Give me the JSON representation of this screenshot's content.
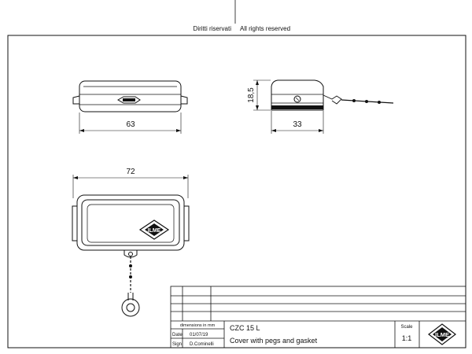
{
  "header": {
    "left_text": "Diritti riservati",
    "right_text": "All rights reserved"
  },
  "dimensions": {
    "front_width": "63",
    "side_height": "18,5",
    "side_depth": "33",
    "top_width": "72"
  },
  "title_block": {
    "units_note": "dimensions in mm",
    "date_label": "Date",
    "date_value": "01/07/19",
    "sign_label": "Sign.",
    "sign_value": "D.Cominelli",
    "part_code": "CZC 15 L",
    "part_description": "Cover with pegs and gasket",
    "scale_label": "Scale",
    "scale_value": "1:1",
    "logo_text": "ILME"
  }
}
